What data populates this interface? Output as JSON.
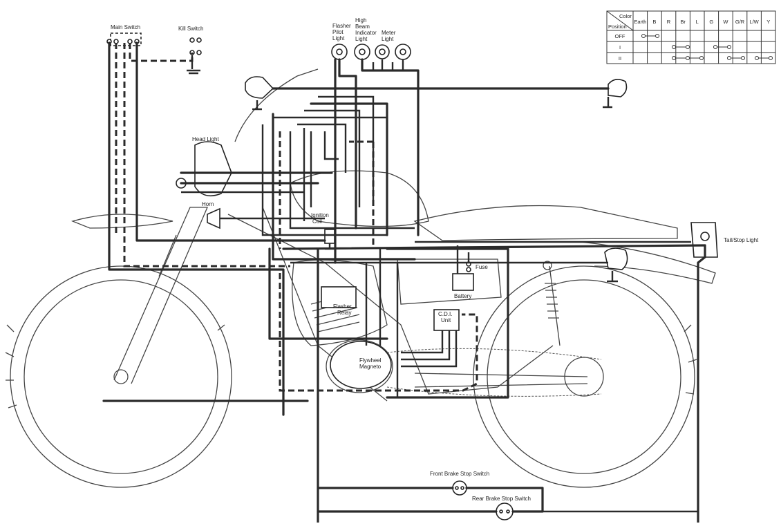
{
  "labels": {
    "main_switch": "Main Switch",
    "kill_switch": "Kill Switch",
    "flasher_pilot_light": [
      "Flasher",
      "Pilot",
      "Light"
    ],
    "high_beam_indicator_light": [
      "High",
      "Beam",
      "Indicator",
      "Light"
    ],
    "meter_light": [
      "Meter",
      "Light"
    ],
    "head_light": "Head Light",
    "horn": "Horn",
    "ignition_coil": [
      "Ignition",
      "Coil"
    ],
    "fuse": "Fuse",
    "battery": "Battery",
    "flasher_relay": [
      "Flasher",
      "Relay"
    ],
    "cdi_unit": [
      "C.D.I.",
      "Unit"
    ],
    "flywheel_magneto": [
      "Flywheel",
      "Magneto"
    ],
    "tail_stop_light": "Tail/Stop Light",
    "front_brake_stop_switch": "Front Brake Stop Switch",
    "rear_brake_stop_switch": "Rear Brake Stop Switch"
  },
  "switch_table": {
    "corner_top": "Color",
    "corner_bottom": "Position",
    "columns": [
      "Earth",
      "B",
      "R",
      "Br",
      "L",
      "G",
      "W",
      "G/R",
      "L/W",
      "Y"
    ],
    "rows": [
      "OFF",
      "I",
      "II"
    ]
  }
}
